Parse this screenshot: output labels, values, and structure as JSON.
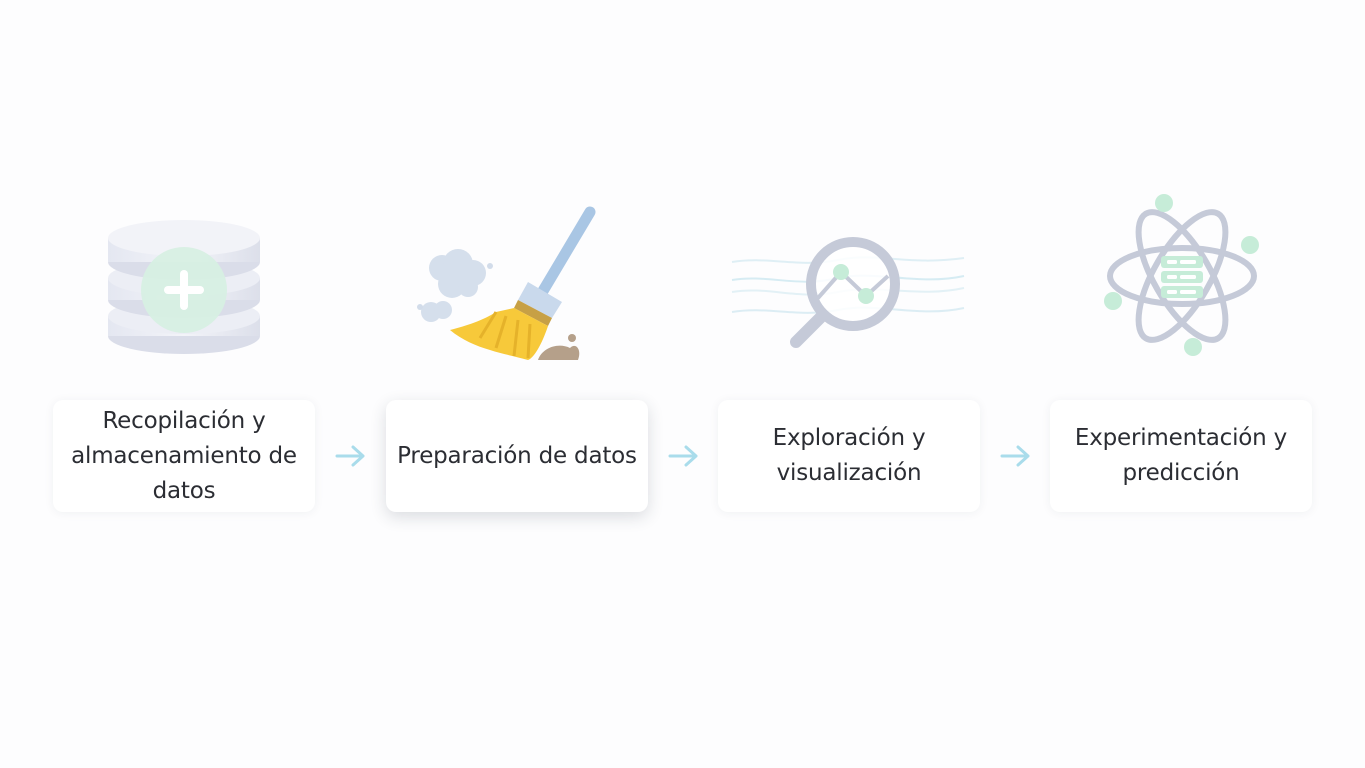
{
  "steps": [
    {
      "id": "collect",
      "label": "Recopilación y almacenamiento de datos",
      "icon": "database-plus-icon",
      "state": "inactive"
    },
    {
      "id": "prepare",
      "label": "Preparación de datos",
      "icon": "broom-icon",
      "state": "active"
    },
    {
      "id": "explore",
      "label": "Exploración y visualización",
      "icon": "magnifier-chart-icon",
      "state": "inactive"
    },
    {
      "id": "experiment",
      "label": "Experimentación y predicción",
      "icon": "atom-server-icon",
      "state": "inactive"
    }
  ],
  "connectors": [
    "arrow-right-icon",
    "arrow-right-icon",
    "arrow-right-icon"
  ],
  "colors": {
    "card_text": "#2b2d33",
    "arrow": "#a9dceb",
    "muted_icon": "#c5cad8",
    "mint_accent": "#c6ecd8",
    "broom_yellow": "#f7c93a",
    "broom_handle": "#a9c6e4"
  }
}
